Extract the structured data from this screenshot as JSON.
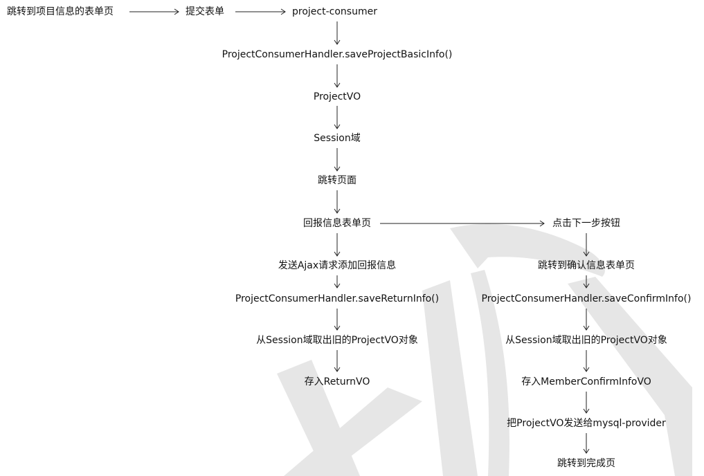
{
  "nodes": {
    "n1": "跳转到项目信息的表单页",
    "n2": "提交表单",
    "n3": "project-consumer",
    "n4": "ProjectConsumerHandler.saveProjectBasicInfo()",
    "n5": "ProjectVO",
    "n6": "Session域",
    "n7": "跳转页面",
    "n8": "回报信息表单页",
    "l1": "发送Ajax请求添加回报信息",
    "l2": "ProjectConsumerHandler.saveReturnInfo()",
    "l3": "从Session域取出旧的ProjectVO对象",
    "l4": "存入ReturnVO",
    "r0": "点击下一步按钮",
    "r1": "跳转到确认信息表单页",
    "r2": "ProjectConsumerHandler.saveConfirmInfo()",
    "r3": "从Session域取出旧的ProjectVO对象",
    "r4": "存入MemberConfirmInfoVO",
    "r5": "把ProjectVO发送给mysql-provider",
    "r6": "跳转到完成页"
  }
}
